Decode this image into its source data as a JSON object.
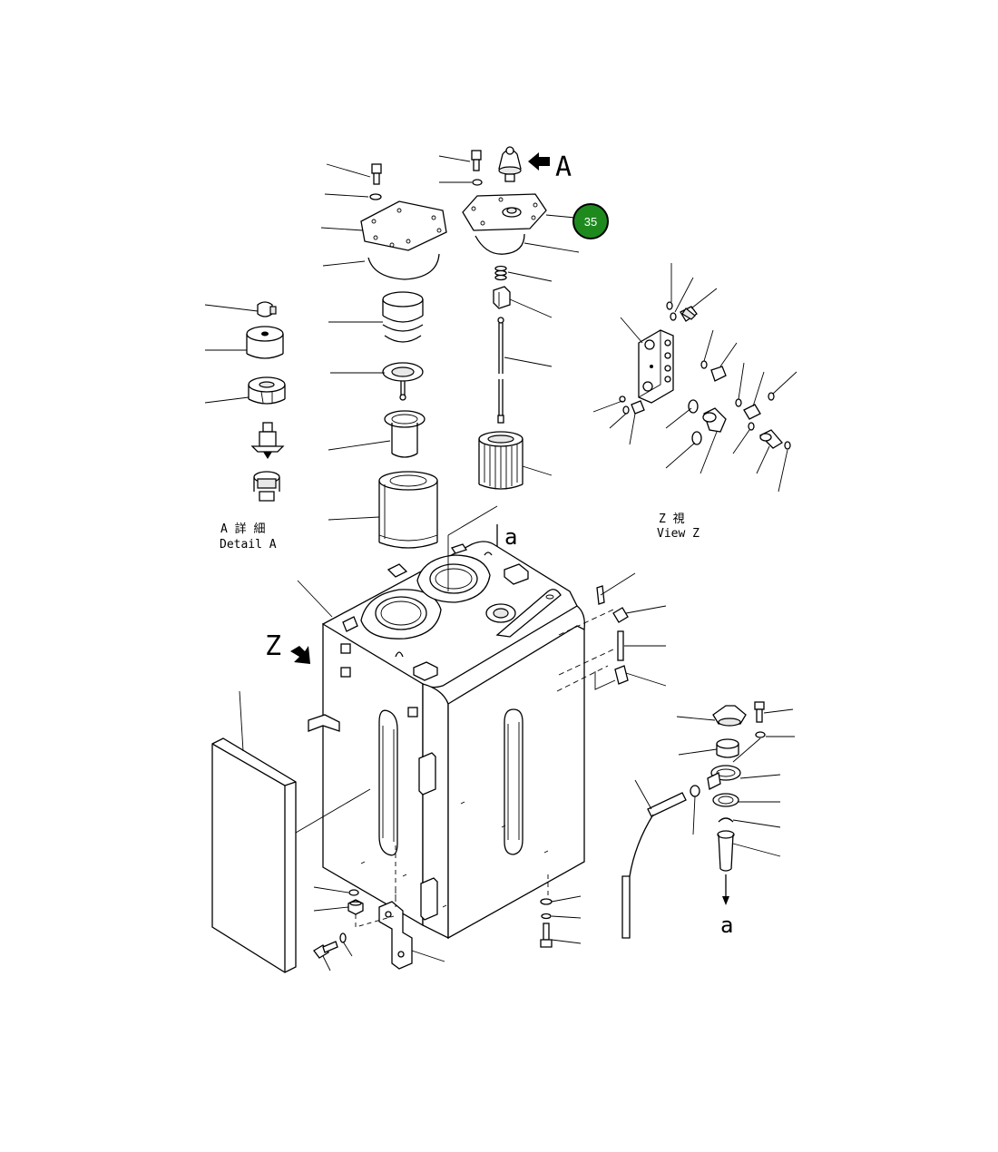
{
  "callouts": {
    "arrow_A": "A",
    "arrow_Z": "Z",
    "flow_a_top": "a",
    "flow_a_bottom": "a"
  },
  "detail_a": {
    "jp": "A 詳 細",
    "en": "Detail A"
  },
  "view_z": {
    "jp": "Z   視",
    "en": "View Z"
  },
  "badge": {
    "number": "35",
    "color": "#1e8a1e"
  }
}
